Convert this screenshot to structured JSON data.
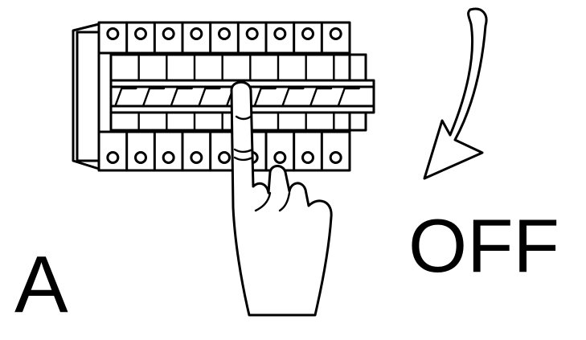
{
  "labels": {
    "panel_letter": "A",
    "state": "OFF"
  },
  "breaker_count": 9,
  "colors": {
    "ink": "#000000",
    "background": "#ffffff"
  },
  "icons": [
    "breaker-panel-icon",
    "hand-pressing-icon",
    "curved-arrow-down-icon"
  ]
}
